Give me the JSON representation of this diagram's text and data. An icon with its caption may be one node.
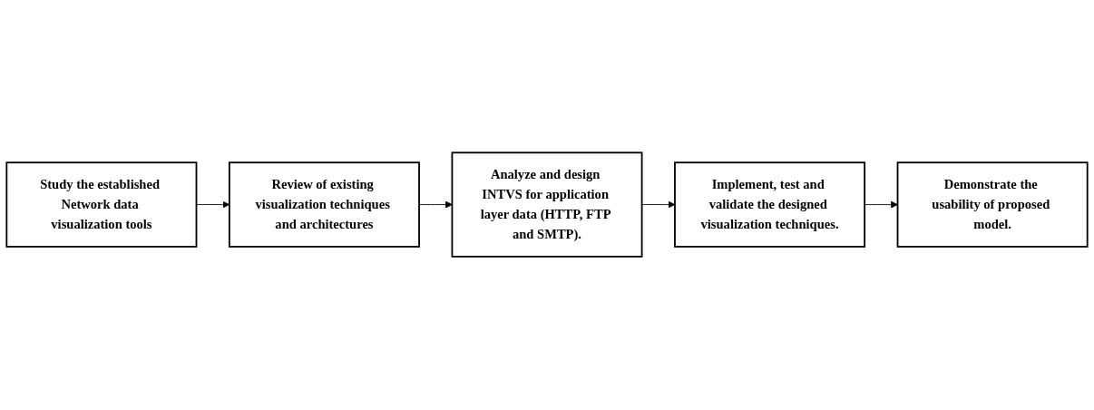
{
  "diagram": {
    "nodes": [
      {
        "text": [
          "Study the established Network data visualization tools"
        ]
      },
      {
        "text": [
          "Review of existing visualization techniques and architectures"
        ]
      },
      {
        "text": [
          "Analyze and design INTVS for application layer data (HTTP, FTP and SMTP)."
        ]
      },
      {
        "text": [
          "Demonstrate the usability of proposed model."
        ]
      },
      {
        "text": [
          "Implement, test and validate the designed visualization techniques."
        ]
      }
    ],
    "edges": [
      {
        "from": 0,
        "to": 1,
        "arrow": "to"
      },
      {
        "from": 1,
        "to": 2,
        "arrow": "to"
      },
      {
        "from": 2,
        "to": 4,
        "arrow": "to"
      },
      {
        "from": 4,
        "to": 3,
        "arrow": "to"
      }
    ]
  }
}
